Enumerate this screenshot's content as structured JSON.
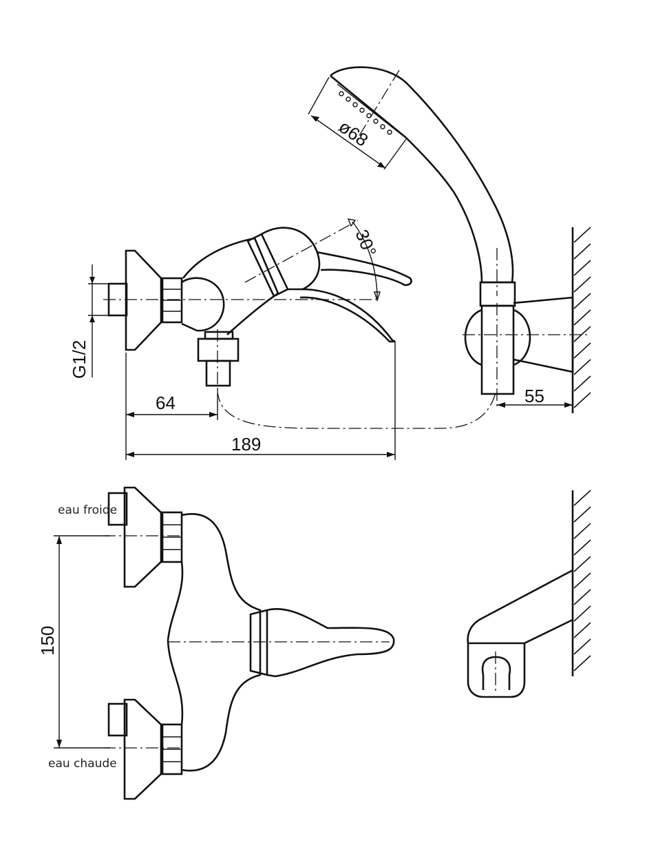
{
  "dimensions": {
    "shower_head_diameter": "ø68",
    "lever_angle": "30°",
    "thread": "G1/2",
    "outlet_offset": "64",
    "overall_length": "189",
    "holder_offset": "55",
    "inlet_spacing": "150"
  },
  "labels": {
    "cold_water": "eau froide",
    "hot_water": "eau chaude"
  }
}
